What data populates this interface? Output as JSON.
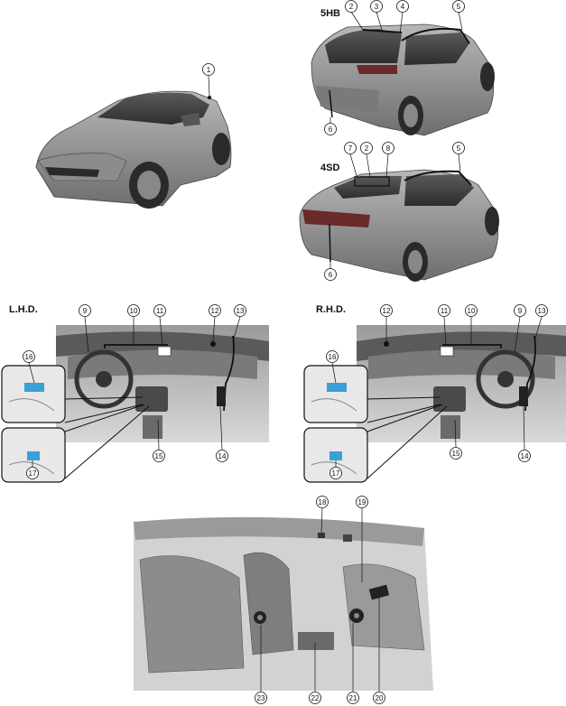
{
  "labels": {
    "hb": "5HB",
    "sd": "4SD",
    "lhd": "L.H.D.",
    "rhd": "R.H.D."
  },
  "callouts": {
    "c1": "1",
    "c2": "2",
    "c3": "3",
    "c4": "4",
    "c5": "5",
    "c6": "6",
    "c7": "7",
    "c8": "8",
    "c9": "9",
    "c10": "10",
    "c11": "11",
    "c12": "12",
    "c13": "13",
    "c14": "14",
    "c15": "15",
    "c16": "16",
    "c17": "17",
    "c18": "18",
    "c19": "19",
    "c20": "20",
    "c21": "21",
    "c22": "22",
    "c23": "23"
  }
}
